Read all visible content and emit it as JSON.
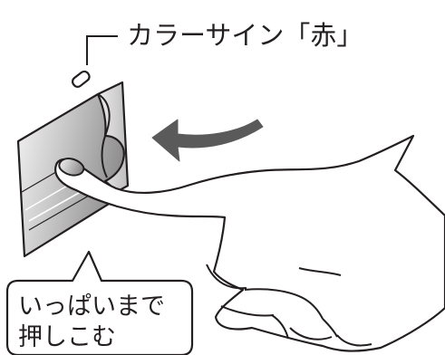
{
  "indicator": {
    "label": "カラーサイン「赤」",
    "icon": "color-sign-indicator-icon",
    "color": "#231f20"
  },
  "callout": {
    "line1": "いっぱいまで",
    "line2": "押しこむ"
  },
  "arrow": {
    "icon": "curved-arrow-left-icon",
    "color": "#5a5a5a"
  },
  "colors": {
    "outline": "#231f20",
    "sheet_gradient_start": "#f7f7f7",
    "sheet_gradient_end": "#9c9c9c",
    "background": "#ffffff"
  }
}
